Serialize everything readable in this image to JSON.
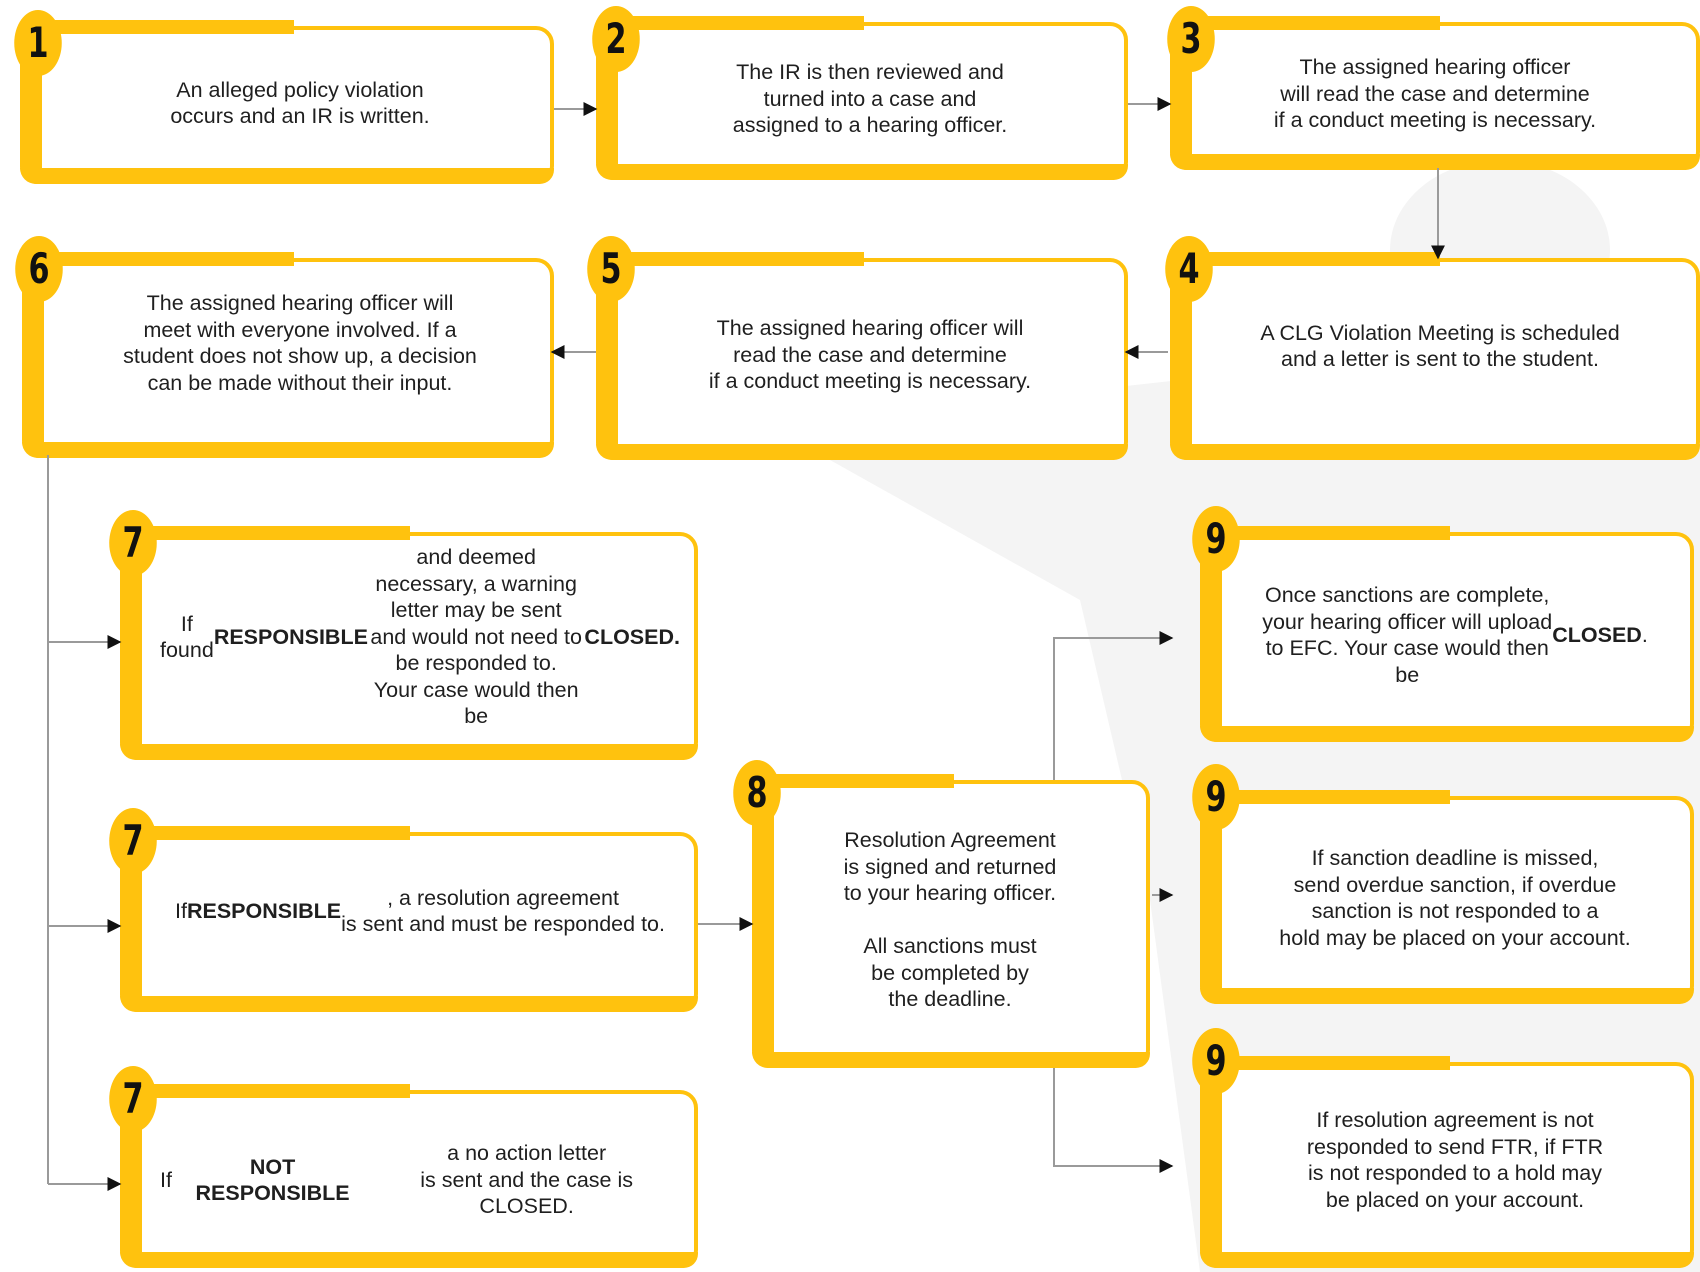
{
  "colors": {
    "accent": "#ffc20e",
    "connector": "#9a9a9a",
    "arrow": "#111111",
    "text": "#1f1f1f"
  },
  "steps": [
    {
      "number": "1",
      "text": "An alleged policy violation\noccurs and an IR is written."
    },
    {
      "number": "2",
      "text": "The IR is then reviewed and\nturned into a case and\nassigned to a hearing officer."
    },
    {
      "number": "3",
      "text": "The assigned hearing officer\nwill read the case and determine\nif a conduct meeting is necessary."
    },
    {
      "number": "4",
      "text": "A CLG Violation Meeting is scheduled\nand a letter is sent to the student."
    },
    {
      "number": "5",
      "text": "The assigned hearing officer will\nread the case and determine\nif a conduct meeting is necessary."
    },
    {
      "number": "6",
      "text": "The assigned hearing officer will\nmeet with everyone involved. If a\nstudent does not show up, a decision\ncan be made without their input."
    },
    {
      "number": "7",
      "pre": "If found ",
      "bold1": "RESPONSIBLE",
      "mid": " and deemed\nnecessary, a warning letter may be sent\nand would not need to be responded to.\n Your case would then be ",
      "bold2": "CLOSED."
    },
    {
      "number": "7",
      "pre": "If ",
      "bold1": "RESPONSIBLE",
      "mid": ", a resolution agreement\nis sent and must be responded to."
    },
    {
      "number": "7",
      "pre": "If ",
      "bold1": "NOT RESPONSIBLE",
      "mid": " a no action letter\nis sent and the case is CLOSED."
    },
    {
      "number": "8",
      "text": "Resolution Agreement\nis signed and returned\nto your hearing officer.\n\nAll sanctions must\nbe completed by\nthe deadline."
    },
    {
      "number": "9",
      "pre": "Once sanctions are complete,\nyour hearing officer will upload\nto EFC. Your case would then\nbe ",
      "bold1": "CLOSED",
      "mid": "."
    },
    {
      "number": "9",
      "text": "If sanction deadline is missed,\nsend overdue sanction, if overdue\nsanction is not responded to a\nhold may be placed on your account."
    },
    {
      "number": "9",
      "text": "If resolution agreement is not\nresponded to send FTR, if FTR\nis not responded to a hold may\nbe placed on your account."
    }
  ]
}
